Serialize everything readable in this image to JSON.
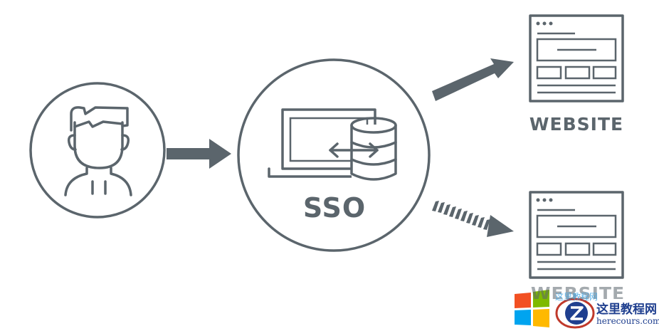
{
  "nodes": {
    "sso": {
      "label": "SSO"
    },
    "website_top": {
      "label": "WEBSITE"
    },
    "website_bottom": {
      "label": "WEBSITE"
    }
  },
  "watermark": {
    "chinese_text": "这里教程网",
    "domain_text": "herecours.com",
    "faint_text": "这里教程网"
  },
  "colors": {
    "stroke": "#5b656c",
    "watermark_blue": "#1f3f8f",
    "windows_red": "#f25022",
    "windows_green": "#7fba00",
    "windows_blue": "#00a4ef",
    "windows_yellow": "#ffb900"
  },
  "icons": [
    "user-icon",
    "laptop-icon",
    "database-icon",
    "double-arrow-icon",
    "browser-window-icon",
    "windows-logo-icon"
  ]
}
